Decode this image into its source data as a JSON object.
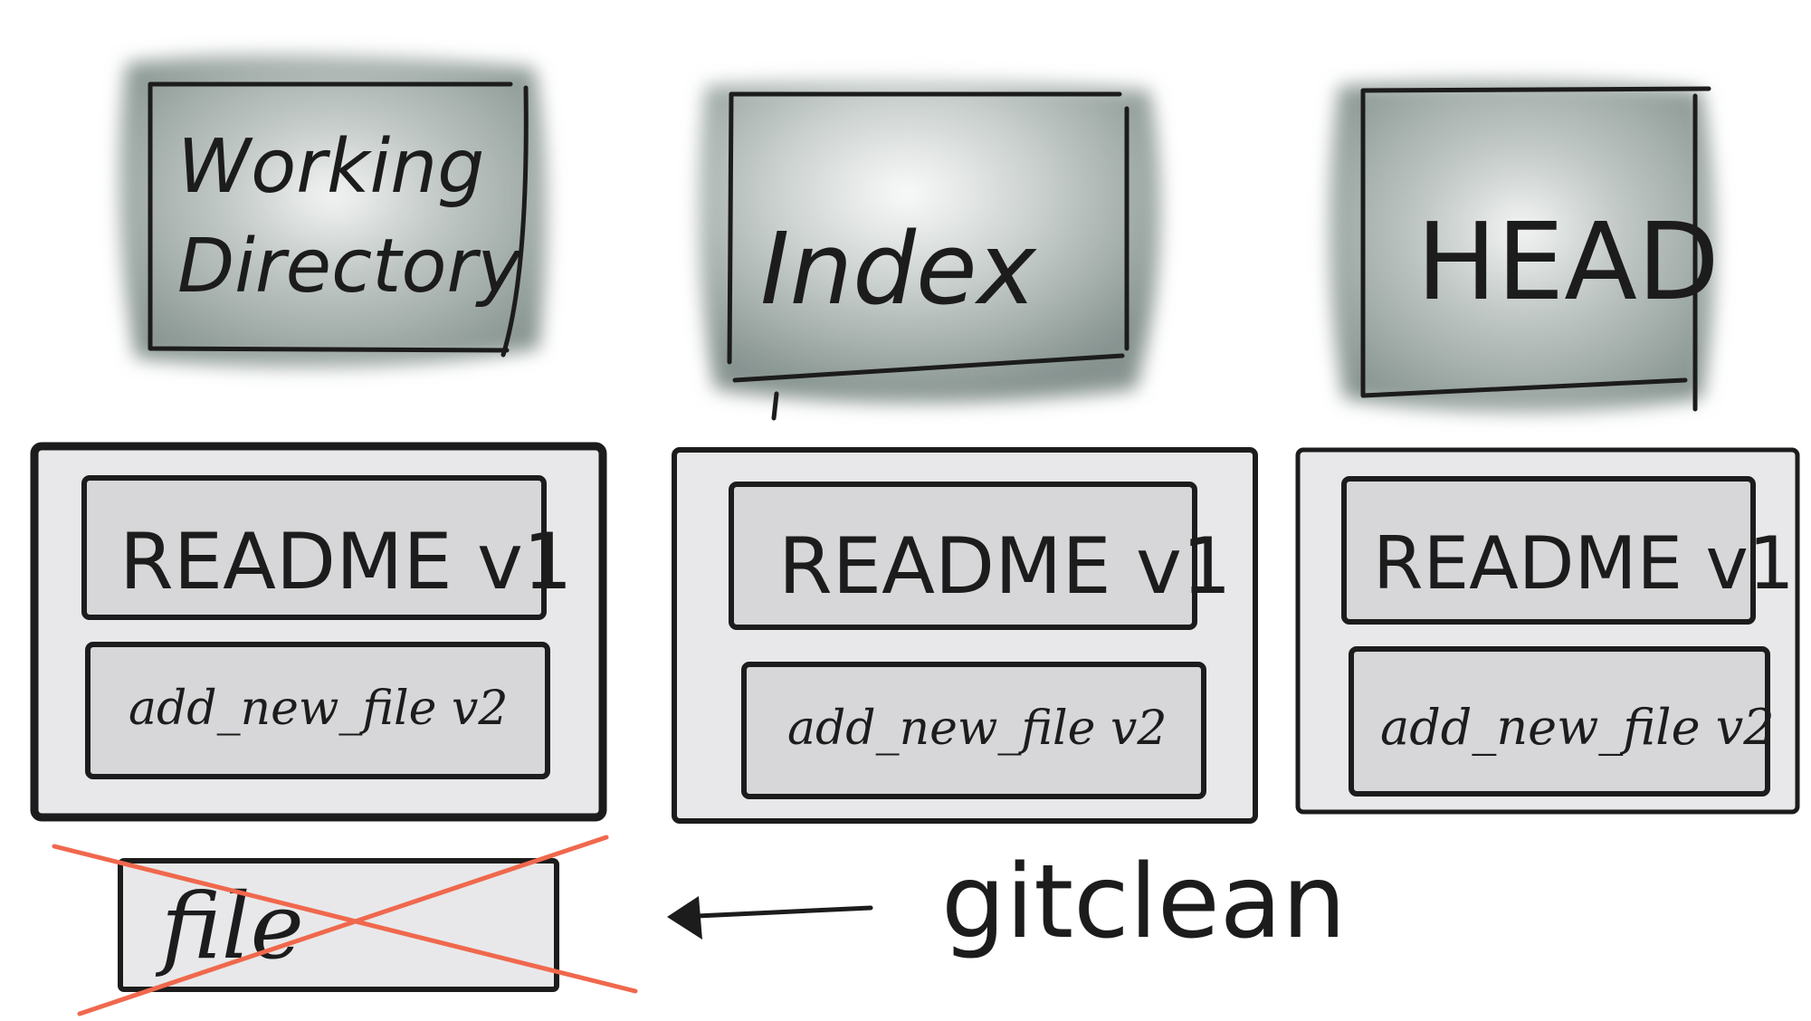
{
  "areas": [
    {
      "title_lines": [
        "Working",
        "Directory"
      ],
      "files": [
        "README v1",
        "add_new_file v2"
      ]
    },
    {
      "title_lines": [
        "Index"
      ],
      "files": [
        "README v1",
        "add_new_file v2"
      ]
    },
    {
      "title_lines": [
        "HEAD"
      ],
      "files": [
        "README v1",
        "add_new_file v2"
      ]
    }
  ],
  "removed_file": {
    "label": "file"
  },
  "command": {
    "label": "gitclean"
  },
  "colors": {
    "ink": "#1c1c1c",
    "header_wash": "#7e8c88",
    "panel_fill": "#e8e8ea",
    "file_fill": "#d7d7d9",
    "cross_out": "#f0684d"
  }
}
